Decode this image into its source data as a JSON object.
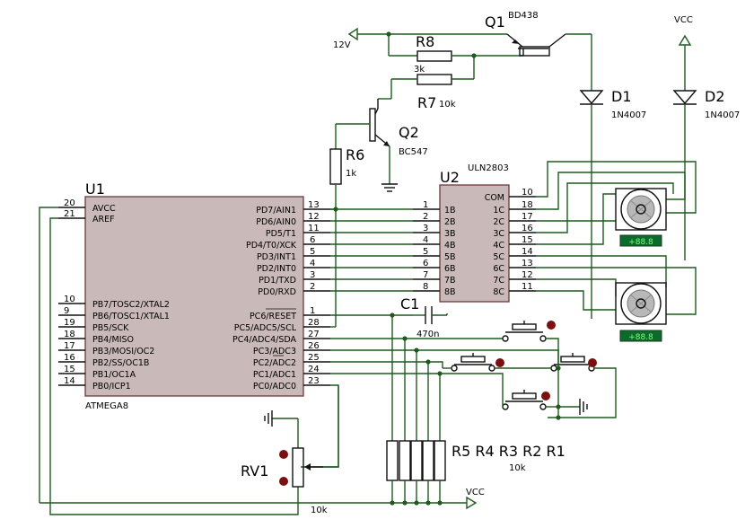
{
  "u1": {
    "ref": "U1",
    "part": "ATMEGA8",
    "left_pins": [
      {
        "num": "20",
        "name": "AVCC"
      },
      {
        "num": "21",
        "name": "AREF"
      },
      {
        "num": "10",
        "name": "PB7/TOSC2/XTAL2"
      },
      {
        "num": "9",
        "name": "PB6/TOSC1/XTAL1"
      },
      {
        "num": "19",
        "name": "PB5/SCK"
      },
      {
        "num": "18",
        "name": "PB4/MISO"
      },
      {
        "num": "17",
        "name": "PB3/MOSI/OC2"
      },
      {
        "num": "16",
        "name": "PB2/SS/OC1B"
      },
      {
        "num": "15",
        "name": "PB1/OC1A"
      },
      {
        "num": "14",
        "name": "PB0/ICP1"
      }
    ],
    "right_pins": [
      {
        "num": "13",
        "name": "PD7/AIN1"
      },
      {
        "num": "12",
        "name": "PD6/AIN0"
      },
      {
        "num": "11",
        "name": "PD5/T1"
      },
      {
        "num": "6",
        "name": "PD4/T0/XCK"
      },
      {
        "num": "5",
        "name": "PD3/INT1"
      },
      {
        "num": "4",
        "name": "PD2/INT0"
      },
      {
        "num": "3",
        "name": "PD1/TXD"
      },
      {
        "num": "2",
        "name": "PD0/RXD"
      },
      {
        "num": "1",
        "name": "PC6/RESET"
      },
      {
        "num": "28",
        "name": "PC5/ADC5/SCL"
      },
      {
        "num": "27",
        "name": "PC4/ADC4/SDA"
      },
      {
        "num": "26",
        "name": "PC3/ADC3"
      },
      {
        "num": "25",
        "name": "PC2/ADC2"
      },
      {
        "num": "24",
        "name": "PC1/ADC1"
      },
      {
        "num": "23",
        "name": "PC0/ADC0"
      }
    ]
  },
  "u2": {
    "ref": "U2",
    "part": "ULN2803",
    "left_pins": [
      {
        "num": "1",
        "name": "1B"
      },
      {
        "num": "2",
        "name": "2B"
      },
      {
        "num": "3",
        "name": "3B"
      },
      {
        "num": "4",
        "name": "4B"
      },
      {
        "num": "5",
        "name": "5B"
      },
      {
        "num": "6",
        "name": "6B"
      },
      {
        "num": "7",
        "name": "7B"
      },
      {
        "num": "8",
        "name": "8B"
      }
    ],
    "right_pins": [
      {
        "num": "10",
        "name": "COM"
      },
      {
        "num": "18",
        "name": "1C"
      },
      {
        "num": "17",
        "name": "2C"
      },
      {
        "num": "16",
        "name": "3C"
      },
      {
        "num": "15",
        "name": "4C"
      },
      {
        "num": "14",
        "name": "5C"
      },
      {
        "num": "13",
        "name": "6C"
      },
      {
        "num": "12",
        "name": "7C"
      },
      {
        "num": "11",
        "name": "8C"
      }
    ]
  },
  "q1": {
    "ref": "Q1",
    "part": "BD438"
  },
  "q2": {
    "ref": "Q2",
    "part": "BC547"
  },
  "r8": {
    "ref": "R8",
    "value": "3k"
  },
  "r7": {
    "ref": "R7",
    "value": "10k"
  },
  "r6": {
    "ref": "R6",
    "value": "1k"
  },
  "d1": {
    "ref": "D1",
    "part": "1N4007"
  },
  "d2": {
    "ref": "D2",
    "part": "1N4007"
  },
  "c1": {
    "ref": "C1",
    "value": "470n"
  },
  "rv1": {
    "ref": "RV1",
    "value": "10k"
  },
  "rpack": {
    "refs": "R5 R4 R3 R2 R1",
    "value": "10k"
  },
  "supplies": {
    "v12": "12V",
    "vcc_top": "VCC",
    "vcc_bottom": "VCC"
  },
  "motors": {
    "display1": "+88.8",
    "display2": "+88.8"
  },
  "colors": {
    "wire": "#1f5a1f",
    "ic_fill": "#c9b9b9",
    "pin_red": "#7a1010",
    "display_bg": "#0b6b2a",
    "display_text": "#7dff7d"
  }
}
